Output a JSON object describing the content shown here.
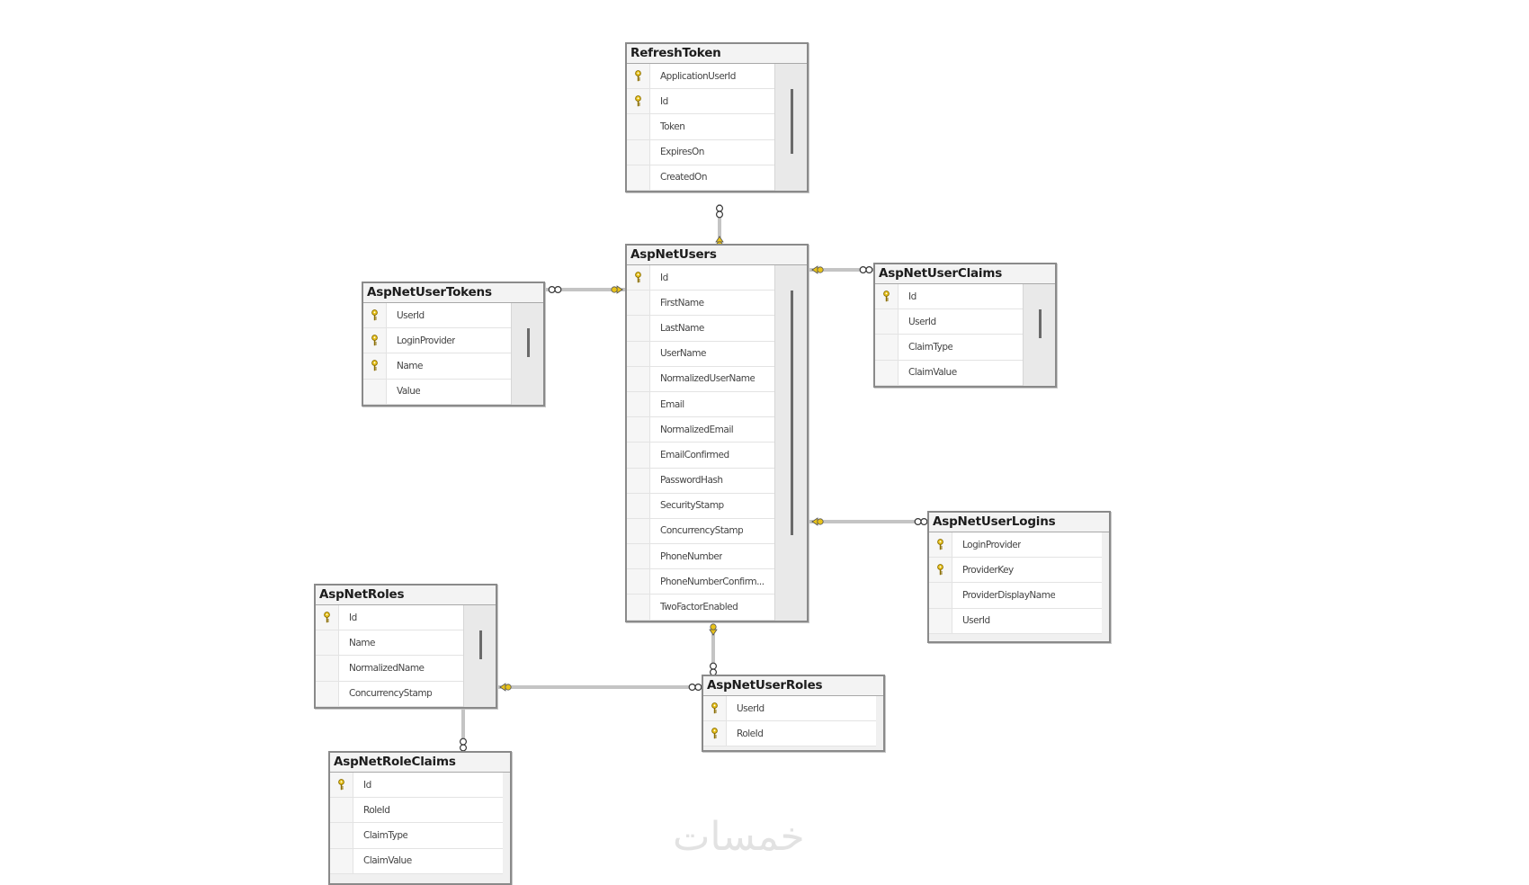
{
  "tables": [
    {
      "id": "refresh-token",
      "name": "RefreshToken",
      "columns": [
        {
          "name": "ApplicationUserId",
          "key": true
        },
        {
          "name": "Id",
          "key": true
        },
        {
          "name": "Token",
          "key": false
        },
        {
          "name": "ExpiresOn",
          "key": false
        },
        {
          "name": "CreatedOn",
          "key": false
        }
      ]
    },
    {
      "id": "asp-net-users",
      "name": "AspNetUsers",
      "columns": [
        {
          "name": "Id",
          "key": true
        },
        {
          "name": "FirstName",
          "key": false
        },
        {
          "name": "LastName",
          "key": false
        },
        {
          "name": "UserName",
          "key": false
        },
        {
          "name": "NormalizedUserName",
          "key": false
        },
        {
          "name": "Email",
          "key": false
        },
        {
          "name": "NormalizedEmail",
          "key": false
        },
        {
          "name": "EmailConfirmed",
          "key": false
        },
        {
          "name": "PasswordHash",
          "key": false
        },
        {
          "name": "SecurityStamp",
          "key": false
        },
        {
          "name": "ConcurrencyStamp",
          "key": false
        },
        {
          "name": "PhoneNumber",
          "key": false
        },
        {
          "name": "PhoneNumberConfirm...",
          "key": false
        },
        {
          "name": "TwoFactorEnabled",
          "key": false
        }
      ]
    },
    {
      "id": "asp-net-user-tokens",
      "name": "AspNetUserTokens",
      "columns": [
        {
          "name": "UserId",
          "key": true
        },
        {
          "name": "LoginProvider",
          "key": true
        },
        {
          "name": "Name",
          "key": true
        },
        {
          "name": "Value",
          "key": false
        }
      ]
    },
    {
      "id": "asp-net-user-claims",
      "name": "AspNetUserClaims",
      "columns": [
        {
          "name": "Id",
          "key": true
        },
        {
          "name": "UserId",
          "key": false
        },
        {
          "name": "ClaimType",
          "key": false
        },
        {
          "name": "ClaimValue",
          "key": false
        }
      ]
    },
    {
      "id": "asp-net-user-logins",
      "name": "AspNetUserLogins",
      "columns": [
        {
          "name": "LoginProvider",
          "key": true
        },
        {
          "name": "ProviderKey",
          "key": true
        },
        {
          "name": "ProviderDisplayName",
          "key": false
        },
        {
          "name": "UserId",
          "key": false
        }
      ]
    },
    {
      "id": "asp-net-roles",
      "name": "AspNetRoles",
      "columns": [
        {
          "name": "Id",
          "key": true
        },
        {
          "name": "Name",
          "key": false
        },
        {
          "name": "NormalizedName",
          "key": false
        },
        {
          "name": "ConcurrencyStamp",
          "key": false
        }
      ]
    },
    {
      "id": "asp-net-user-roles",
      "name": "AspNetUserRoles",
      "columns": [
        {
          "name": "UserId",
          "key": true
        },
        {
          "name": "RoleId",
          "key": true
        }
      ]
    },
    {
      "id": "asp-net-role-claims",
      "name": "AspNetRoleClaims",
      "columns": [
        {
          "name": "Id",
          "key": true
        },
        {
          "name": "RoleId",
          "key": false
        },
        {
          "name": "ClaimType",
          "key": false
        },
        {
          "name": "ClaimValue",
          "key": false
        }
      ]
    }
  ],
  "relationships": [
    {
      "from": "asp-net-users",
      "to": "refresh-token"
    },
    {
      "from": "asp-net-users",
      "to": "asp-net-user-tokens"
    },
    {
      "from": "asp-net-users",
      "to": "asp-net-user-claims"
    },
    {
      "from": "asp-net-users",
      "to": "asp-net-user-logins"
    },
    {
      "from": "asp-net-users",
      "to": "asp-net-user-roles"
    },
    {
      "from": "asp-net-roles",
      "to": "asp-net-user-roles"
    },
    {
      "from": "asp-net-roles",
      "to": "asp-net-role-claims"
    }
  ],
  "watermark": "خمسات",
  "colors": {
    "key_icon": "#e8c21a",
    "line": "#8a8a8a",
    "frame": "#8a8a8a"
  },
  "icons": {
    "primary_key": "key-icon",
    "one_end": "key-end-icon",
    "many_end": "infinity-end-icon"
  }
}
